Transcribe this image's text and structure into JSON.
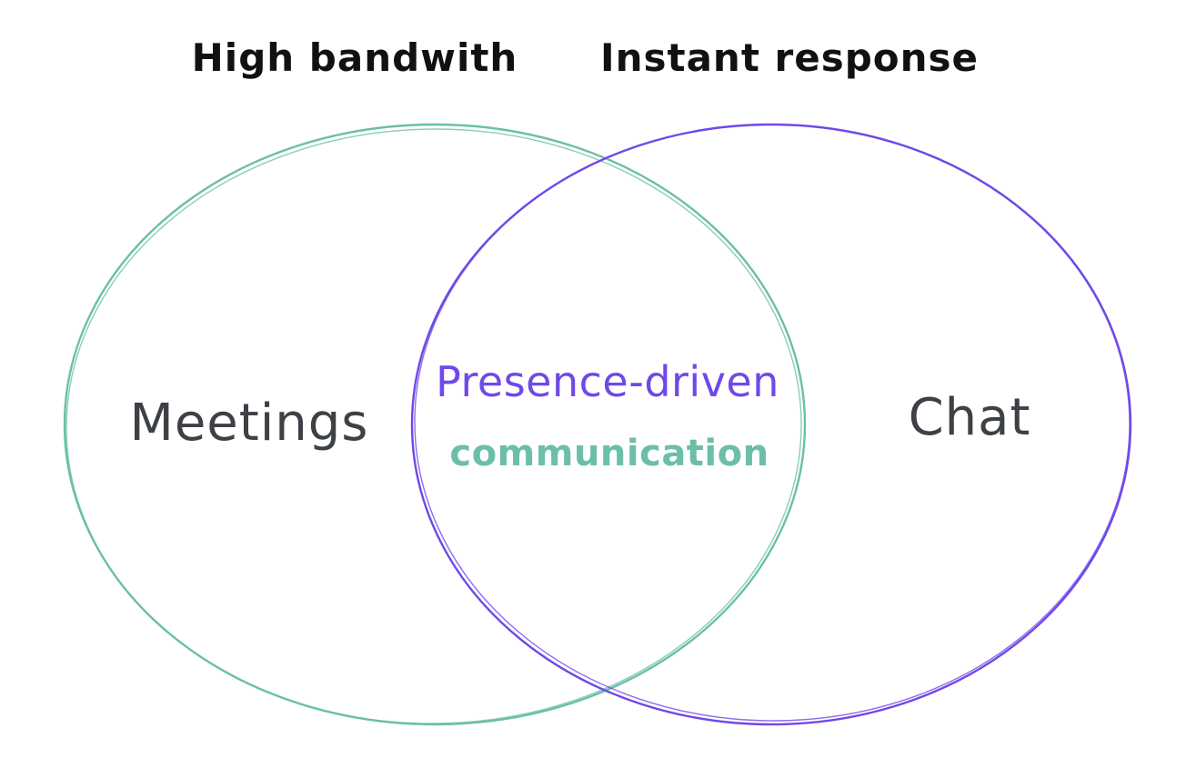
{
  "colors": {
    "left": "#6bbfa9",
    "right": "#7048e8",
    "text_dark": "#3d4146",
    "text_black": "#111111"
  },
  "labels": {
    "left_heading": "High bandwith",
    "right_heading": "Instant response",
    "left_set": "Meetings",
    "right_set": "Chat",
    "intersection_line1": "Presence-driven",
    "intersection_line2": "communication"
  }
}
